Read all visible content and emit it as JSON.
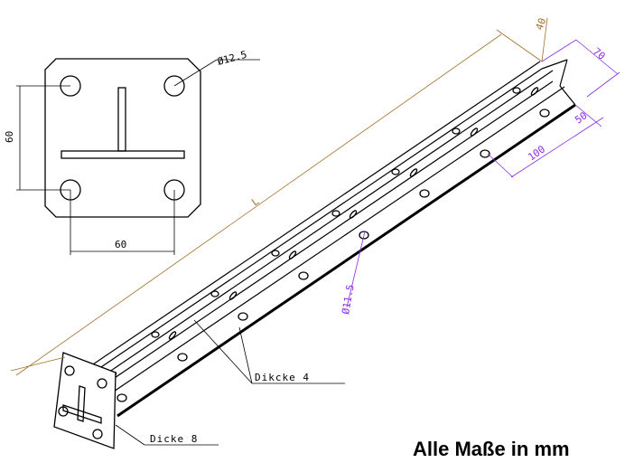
{
  "colors": {
    "line": "#000000",
    "dim_brown": "#a0702a",
    "dim_purple": "#8a2be2"
  },
  "plate_view": {
    "hole_diameter": "Ø12.5",
    "vertical_spacing": "60",
    "horizontal_spacing": "60"
  },
  "beam": {
    "length_label": "L",
    "top_offset": "40",
    "width_70": "70",
    "width_50": "50",
    "first_hole_100": "100",
    "hole_diameter": "Ø11.5"
  },
  "notes": {
    "thickness_beam": "Dikcke 4",
    "thickness_plate": "Dicke 8"
  },
  "footer": "Alle Maße in mm"
}
